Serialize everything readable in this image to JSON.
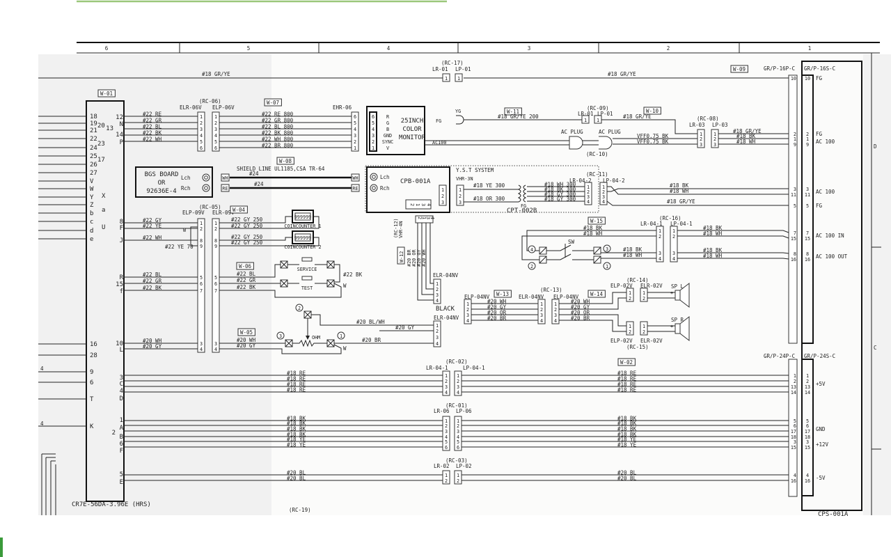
{
  "sheet": {
    "columns": [
      "6",
      "5",
      "4",
      "3",
      "2",
      "1"
    ],
    "row_labels": [
      "D",
      "C"
    ],
    "left_edge_marks": [
      "4",
      "4"
    ]
  },
  "ground": {
    "label_left": "#18 GR/YE",
    "label_right": "#18 GR/YE",
    "group": "(RC-17)",
    "lr": "LR-01",
    "lp": "LP-01",
    "pins": [
      "1"
    ]
  },
  "w01": {
    "tag": "W-01",
    "part": "CR7E-56DA-3.96E (HRS)",
    "left_pins": [
      "18",
      "19",
      "21",
      "22",
      "24",
      "25",
      "26",
      "27",
      "V",
      "W",
      "Y",
      "Z",
      "b",
      "c",
      "d",
      "e",
      "16",
      "28",
      "9",
      "6",
      "T",
      "K"
    ],
    "left_sup": [
      "20",
      "23",
      "17",
      "X",
      "a",
      "U"
    ],
    "right_pins": [
      "12",
      "N",
      "14",
      "P",
      "8",
      "F",
      "J",
      "R",
      "15",
      "f",
      "10",
      "L",
      "3",
      "C",
      "4",
      "D",
      "1",
      "A",
      "B",
      "6",
      "F",
      "5",
      "E"
    ],
    "right_extra": [
      "13",
      "2"
    ]
  },
  "rc06": {
    "group": "(RC-06)",
    "elr": "ELR-06V",
    "elp": "ELP-06V",
    "pins": [
      "1",
      "2",
      "3",
      "4",
      "5",
      "6"
    ],
    "wires_in": [
      "#22 RE",
      "#22 GR",
      "#22 BL",
      "#22 BK",
      "#22 WH"
    ],
    "tag": "W-07",
    "wires_out": [
      "#22 RE 800",
      "#22 GR 800",
      "#22 BL 800",
      "#22 BK 800",
      "#22 WH 800",
      "#22 BR 800"
    ]
  },
  "monitor": {
    "conn": "EHR-06",
    "conn_pins": [
      "6",
      "5",
      "4",
      "3",
      "2",
      "1"
    ],
    "signals": [
      "R",
      "G",
      "B",
      "GND",
      "SYNC",
      "V"
    ],
    "title": [
      "25INCH",
      "COLOR",
      "MONITOR"
    ],
    "fg": "FG",
    "ac": "AC100",
    "plug": "YG"
  },
  "fg_line": {
    "tag": "W-11",
    "wire": "#18 GR/YE 200",
    "group": "(RC-09)",
    "lr": "LR-01",
    "lp": "LP-01",
    "pins": [
      "1"
    ],
    "tag2": "W-10",
    "wire2": "#18 GR/YE"
  },
  "ac_line": {
    "plug_l": "AC PLUG",
    "plug_r": "AC PLUG",
    "group": "(RC-10)",
    "wires": [
      "VFF0.75 BK",
      "VFF0.75 BK"
    ]
  },
  "rc08": {
    "group": "(RC-08)",
    "lr": "LR-03",
    "lp": "LP-03",
    "pins": [
      "1",
      "2",
      "3"
    ],
    "wires": [
      "#18 GR/YE",
      "#18 BK",
      "#18 WH"
    ]
  },
  "bgs": {
    "title": [
      "BGS BOARD",
      "OR",
      "92636E-4"
    ],
    "lch": "Lch",
    "rch": "Rch",
    "tag": "W-08",
    "cable": "SHIELD LINE UL1185,CSA TR-64",
    "wires": [
      "#24",
      "#24"
    ],
    "plugs": [
      "WH",
      "RE"
    ]
  },
  "cpb": {
    "title": "CPB-001A",
    "lch": "Lch",
    "rch": "Rch",
    "pins": [
      "1",
      "2",
      "3"
    ],
    "aux_pins": [
      "2",
      "1",
      "3",
      "4"
    ]
  },
  "yst": {
    "title": "Y.S.T  SYSTEM",
    "conn": "VHR-3N",
    "pins": [
      "1",
      "2",
      "3"
    ],
    "wires_in": [
      "#18 YE 300",
      "#18 OR 300"
    ],
    "fg": "FG",
    "transformer": "CPT-002B",
    "wires_out": [
      "#18 WH 300",
      "#18 BK 300",
      "#18 GY 300",
      "#18 GY 300"
    ]
  },
  "rc11": {
    "group": "(RC-11)",
    "lr": "LR-04-2",
    "lp": "LP-04-2",
    "pins": [
      "1",
      "2",
      "3",
      "4"
    ],
    "wires": [
      "#18 BK",
      "#18 WH",
      "#18 GR/YE"
    ]
  },
  "rc05": {
    "group": "(RC-05)",
    "elp": "ELP-09V",
    "elr": "ELR-09V",
    "pins": [
      "1",
      "2",
      "8",
      "9",
      "5",
      "6",
      "7",
      "3",
      "4"
    ],
    "wires_in": [
      "#22 GY",
      "#22 YE",
      "#22 WH",
      "#22 BL",
      "#22 GR",
      "#22 BK",
      "#20 WH",
      "#20 GY"
    ],
    "jumper": "#22 YE 70",
    "jumper_w": "W"
  },
  "coin": {
    "tag": "W-04",
    "wires": [
      "#22 GY 250",
      "#22 GY 250",
      "#22 GY 250",
      "#22 GY 250"
    ],
    "counters": [
      {
        "display": "999999",
        "label": "COINCOUNTER 1"
      },
      {
        "display": "999999",
        "label": "COINCOUNTER 2"
      }
    ]
  },
  "switches": {
    "tag": "W-06",
    "wires": [
      "#22 BL",
      "#22 GR",
      "#22 BK"
    ],
    "service": "SERVICE",
    "test": "TEST",
    "common": "#22 BK",
    "w": "W"
  },
  "volume": {
    "tag": "W-05",
    "wires": [
      "#20 WH",
      "#20 GY"
    ],
    "terminals": [
      "1",
      "2",
      "3"
    ],
    "ohm": "OHM",
    "w": "W",
    "out_wires": [
      "#20 BL/WH",
      "#20 GY",
      "#20 BR"
    ],
    "conn": "ELR-04NV",
    "pins": [
      "1",
      "2",
      "3",
      "4"
    ]
  },
  "vhr4n": {
    "group": "(RC-12)",
    "conn": "VHR-4N",
    "tag": "W-12",
    "conn_pins": [
      "2",
      "1",
      "3",
      "4"
    ],
    "wires": [
      "#20 BR",
      "#20 OR",
      "#20 GY",
      "#20 WH"
    ],
    "elr": "ELR-04NV",
    "pins": [
      "1",
      "2",
      "3",
      "4"
    ],
    "color": "BLACK"
  },
  "rc13": {
    "elp_a": "ELP-04NV",
    "tag_a": "W-13",
    "wires_a": [
      "#20 WH",
      "#20 GY",
      "#20 OR",
      "#20 BR"
    ],
    "group": "(RC-13)",
    "elr": "ELR-04NV",
    "elp": "ELP-04NV",
    "tag_b": "W-14",
    "wires_b": [
      "#20 WH",
      "#20 GY",
      "#20 OR",
      "#20 BR"
    ],
    "pins": [
      "1",
      "2",
      "3",
      "4"
    ]
  },
  "speakers": {
    "rc14": "(RC-14)",
    "rc15": "(RC-15)",
    "elp": "ELP-02V",
    "elr": "ELR-02V",
    "pins": [
      "1",
      "2"
    ],
    "left": "SP L",
    "right": "SP R",
    "plus": "+"
  },
  "ac_switch": {
    "tag": "W-15",
    "wires": [
      "#18 BK",
      "#18 WH"
    ],
    "sw": "SW",
    "terminals": [
      "4",
      "2",
      "3",
      "1"
    ],
    "out_wires": [
      "#18 BK",
      "#18 WH"
    ]
  },
  "rc16": {
    "group": "(RC-16)",
    "lr": "LR-04-1",
    "lp": "LP-04-1",
    "pins": [
      "1",
      "2",
      "3",
      "4"
    ],
    "wires": [
      "#18 BK",
      "#18 WH",
      "#18 BK",
      "#18 WH"
    ]
  },
  "psu": {
    "tag": "W-09",
    "p16": "GR/P-16P-C",
    "s16": "GR/P-16S-C",
    "pins16": [
      "10",
      "2",
      "1",
      "9",
      "3",
      "11",
      "5",
      "7",
      "15",
      "8",
      "16"
    ],
    "signals16": [
      "FG",
      "FG",
      "AC 100",
      "AC 100",
      "FG",
      "AC 100 IN",
      "AC 100 OUT"
    ],
    "p24": "GR/P-24P-C",
    "s24": "GR/P-24S-C",
    "pins24": [
      "1",
      "2",
      "13",
      "14",
      "5",
      "6",
      "17",
      "18",
      "3",
      "15",
      "4",
      "16"
    ],
    "signals24": [
      "+5V",
      "GND",
      "+12V",
      "-5V"
    ],
    "name": "CPS-001A"
  },
  "bus": {
    "rc02": {
      "group": "(RC-02)",
      "lr": "LR-04-1",
      "lp": "LP-04-1",
      "pins": [
        "1",
        "2",
        "3",
        "4"
      ]
    },
    "rc01": {
      "group": "(RC-01)",
      "lr": "LR-06",
      "lp": "LP-06",
      "pins": [
        "1",
        "2",
        "3",
        "4",
        "5",
        "6"
      ]
    },
    "rc03": {
      "group": "(RC-03)",
      "lr": "LR-02",
      "lp": "LP-02",
      "pins": [
        "1",
        "2"
      ]
    },
    "tag": "W-02",
    "wires_re": [
      "#18 RE",
      "#18 RE",
      "#18 RE",
      "#18 RE"
    ],
    "wires_pwr": [
      "#18 BK",
      "#18 BK",
      "#18 BK",
      "#18 BK",
      "#18 YE",
      "#18 YE"
    ],
    "wires_neg": [
      "#20 BL",
      "#20 BL"
    ],
    "rc19": "(RC-19)"
  },
  "colors": {
    "ink": "#222222",
    "paper": "#fafafa",
    "accent_green": "#9bc77a"
  }
}
